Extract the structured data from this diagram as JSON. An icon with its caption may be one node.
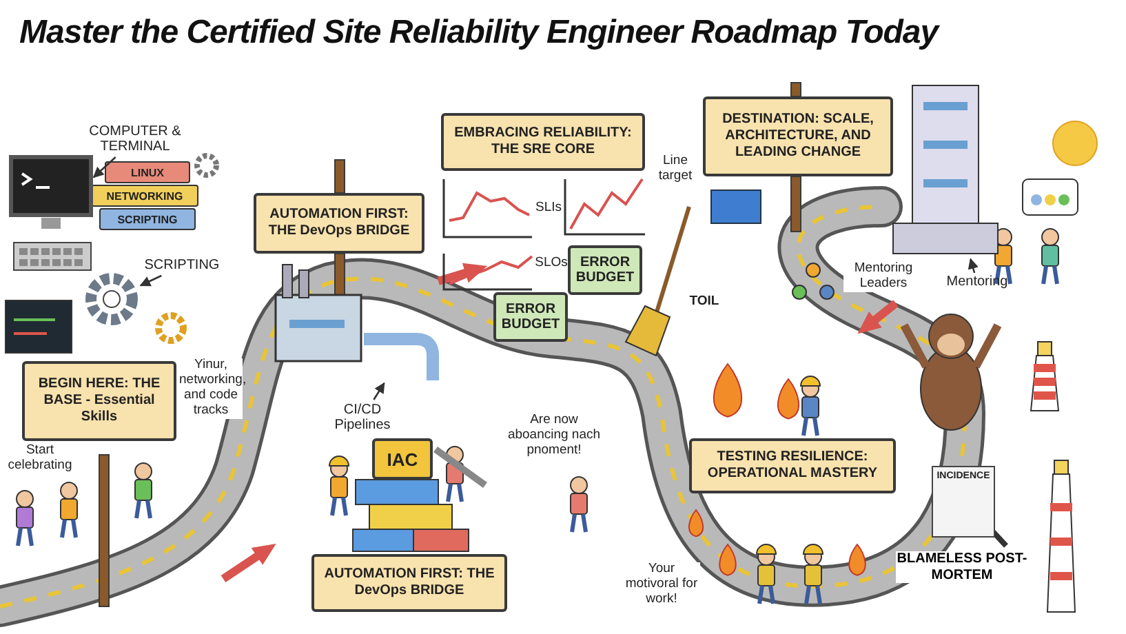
{
  "diagram": {
    "title": "Master the Certified Site Reliability Engineer Roadmap Today",
    "nodes": [
      {
        "text": [
          "BEGIN HERE: THE BASE - Essential Skills"
        ]
      },
      {
        "text": [
          "AUTOMATION FIRST: THE DevOps BRIDGE"
        ]
      },
      {
        "text": [
          "EMBRACING RELIABILITY: THE SRE CORE"
        ]
      },
      {
        "text": [
          "DESTINATION: SCALE, ARCHITECTURE, AND LEADING CHANGE"
        ]
      },
      {
        "text": [
          "AUTOMATION FIRST: THE DevOps BRIDGE"
        ]
      },
      {
        "text": [
          "TESTING RESILIENCE: OPERATIONAL MASTERY"
        ]
      },
      {
        "text": [
          "LINUX"
        ]
      },
      {
        "text": [
          "NETWORKING"
        ]
      },
      {
        "text": [
          "SCRIPTING"
        ]
      },
      {
        "text": [
          "ERROR BUDGET"
        ]
      },
      {
        "text": [
          "ERROR BUDGET"
        ]
      },
      {
        "text": [
          "IAC"
        ]
      },
      {
        "text": [
          "INCIDENCE"
        ],
        "beside": [
          "BLAMELESS POST-MORTEM"
        ]
      },
      {
        "text": [
          "COMPUTER & TERMINAL"
        ]
      },
      {
        "text": [],
        "shape": "picture"
      },
      {
        "text": [
          "SCRIPTING"
        ]
      },
      {
        "text": [],
        "shape": "picture"
      },
      {
        "text": [
          "CI/CD Pipelines"
        ]
      },
      {
        "text": [],
        "shape": "picture"
      },
      {
        "text": [
          "Mentoring"
        ]
      },
      {
        "text": [],
        "shape": "picture"
      }
    ],
    "edges": [
      {
        "from": 13,
        "to": 14,
        "arrow": "to"
      },
      {
        "from": 15,
        "to": 16,
        "arrow": "to"
      },
      {
        "from": 17,
        "to": 18,
        "arrow": "to"
      },
      {
        "from": 19,
        "to": 20,
        "arrow": "to"
      }
    ],
    "labels": [
      "Line target",
      "SLIs",
      "SLOs",
      "TOIL",
      "Start celebrating",
      "Yinur, networking, and code tracks",
      "Are now aboancing nach pnoment!",
      "Mentoring Leaders",
      "Your motivoral for work!"
    ]
  }
}
